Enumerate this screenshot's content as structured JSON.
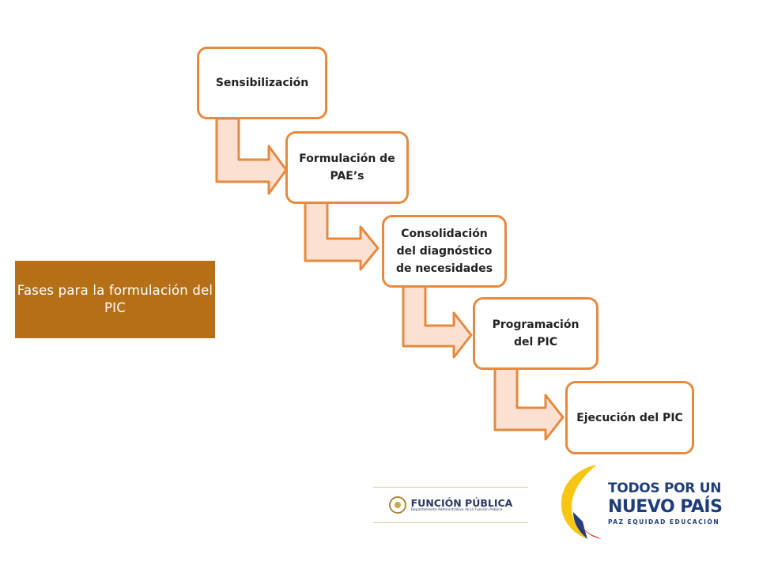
{
  "title": "Fases para la formulación del PIC",
  "steps": [
    "Sensibilización",
    "Formulación de PAE’s",
    "Consolidación del diagnóstico de necesidades",
    "Programación del PIC",
    "Ejecución del PIC"
  ],
  "logos": {
    "funcion_publica": {
      "name": "FUNCIÓN PÚBLICA",
      "subtitle": "Departamento Administrativo de la Función Pública"
    },
    "nuevo_pais": {
      "line1": "TODOS POR UN",
      "line2": "NUEVO PAÍS",
      "line3": "PAZ  EQUIDAD  EDUCACIÓN"
    }
  },
  "colors": {
    "title_box": "#b56f16",
    "step_border": "#e58a3f",
    "arrow_fill": "#fce0d2",
    "logo_blue": "#1f3d7a",
    "flag_yellow": "#f7c613",
    "flag_red": "#d7262e"
  }
}
